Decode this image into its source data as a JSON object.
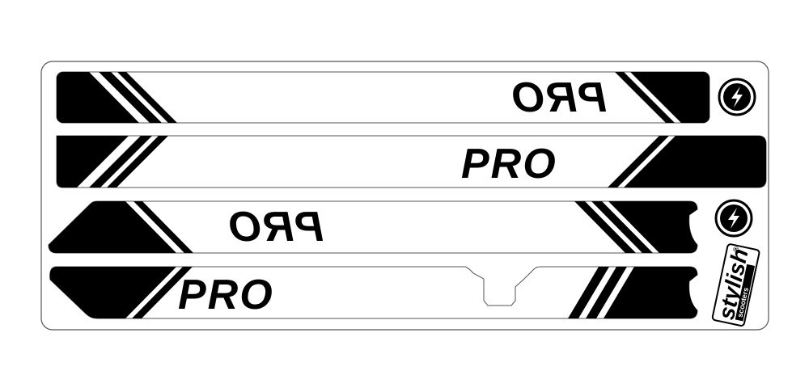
{
  "sticker_sheet": {
    "strips": [
      {
        "label": "PRO",
        "mirrored": true
      },
      {
        "label": "PRO",
        "mirrored": false
      },
      {
        "label": "PRO",
        "mirrored": true
      },
      {
        "label": "PRO",
        "mirrored": false
      }
    ],
    "brand": {
      "name": "stylish",
      "sub": "scooters",
      "trademark": "®"
    },
    "colors": {
      "ink": "#000000",
      "paper": "#ffffff",
      "outline": "#555555"
    },
    "icons": [
      "bolt-logo-icon",
      "bolt-logo-icon"
    ]
  }
}
